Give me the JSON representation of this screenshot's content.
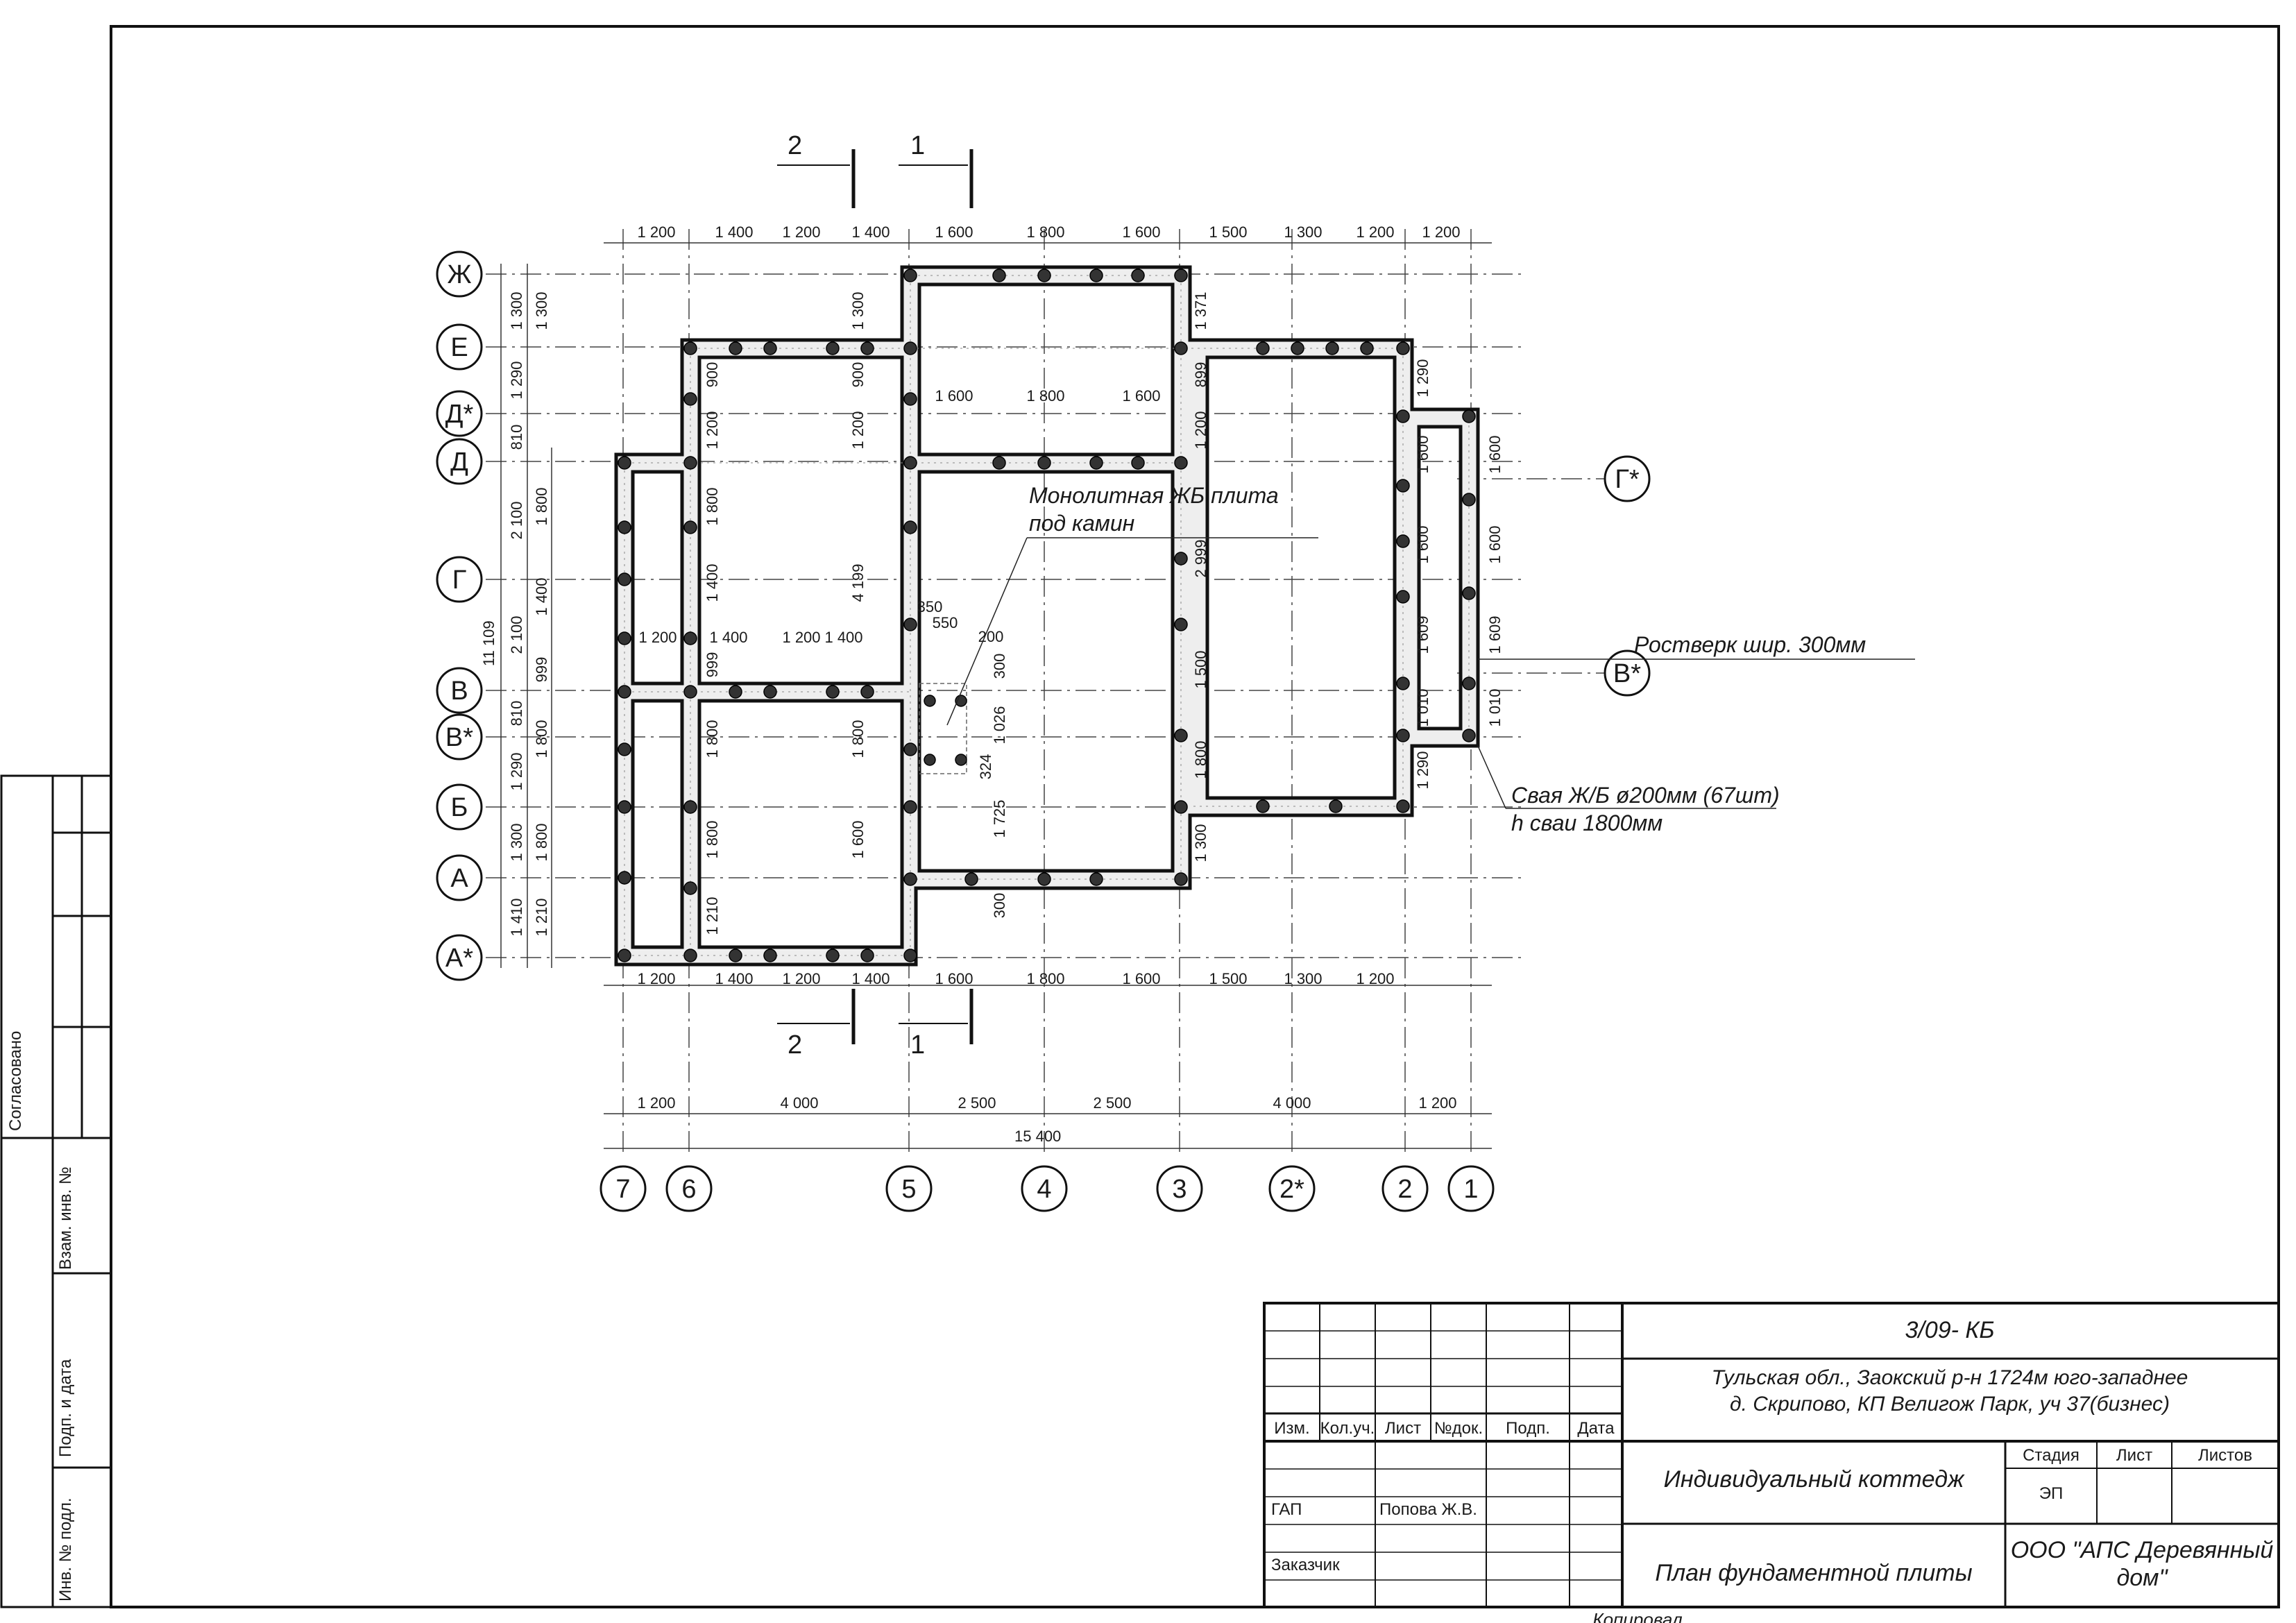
{
  "cut_marks": {
    "top_left": "2",
    "top_right": "1",
    "bottom_left": "2",
    "bottom_right": "1"
  },
  "axes_left": [
    "Ж",
    "Е",
    "Д*",
    "Д",
    "Г",
    "В",
    "В*",
    "Б",
    "А",
    "А*"
  ],
  "axes_right": [
    "Г*",
    "В*"
  ],
  "axes_bottom": [
    "7",
    "6",
    "5",
    "4",
    "3",
    "2*",
    "2",
    "1"
  ],
  "top_dims": [
    "1 200",
    "1 400",
    "1 200",
    "1 400",
    "1 600",
    "1 800",
    "1 600",
    "1 500",
    "1 300",
    "1 200",
    "1 200"
  ],
  "bottom_dims": [
    "1 200",
    "1 400",
    "1 200",
    "1 400",
    "1 600",
    "1 800",
    "1 600",
    "1 500",
    "1 300",
    "1 200"
  ],
  "overall_dims": [
    "1 200",
    "4 000",
    "2 500",
    "2 500",
    "4 000",
    "1 200"
  ],
  "total_width": "15 400",
  "left_dims_outer": [
    "1 300",
    "1 290",
    "810",
    "2 100",
    "2 100",
    "810",
    "1 290",
    "1 300",
    "1 410"
  ],
  "left_total": "11 109",
  "left_dims_inner": [
    "1 300",
    "1 800",
    "1 400",
    "999",
    "1 800",
    "1 800",
    "1 210"
  ],
  "inner_dims_v": [
    "900",
    "1 200",
    "1 800",
    "1 400",
    "999",
    "1 800",
    "1 800",
    "1 210"
  ],
  "mid_dims_v": [
    "1 300",
    "900",
    "1 200",
    "4 199",
    "1 800",
    "1 600"
  ],
  "right_dims_v": [
    "1 371",
    "899",
    "1 200",
    "2 999",
    "1 500",
    "1 800",
    "1 300"
  ],
  "far_right_dims_v": [
    "1 290",
    "1 600",
    "1 600",
    "1 609",
    "1 010",
    "1 290"
  ],
  "far_right_outer_v": [
    "1 600",
    "1 600",
    "1 609",
    "1 010"
  ],
  "inner_dims_h_top": [
    "1 600",
    "1 800",
    "1 600"
  ],
  "inner_dims_h_mid": [
    "1 200",
    "1 400",
    "1 200",
    "1 400"
  ],
  "fireplace_dims": [
    "350",
    "550",
    "200",
    "300",
    "1 026",
    "324",
    "1 725",
    "300"
  ],
  "notes": {
    "fireplace_slab_line1": "Монолитная ЖБ плита",
    "fireplace_slab_line2": "под камин",
    "grillage": "Ростверк шир. 300мм",
    "pile_line1": "Свая Ж/Б ø200мм (67шт)",
    "pile_line2": "h сваи 1800мм"
  },
  "side_stamp": {
    "agreed": "Согласовано",
    "replace_inv": "Взам. инв. №",
    "sign_date": "Подп. и дата",
    "inv_no": "Инв. № подл."
  },
  "title_block": {
    "code": "3/09- КБ",
    "address_line1": "Тульская обл., Заокский р-н 1724м юго-западнее",
    "address_line2": "д. Скрипово, КП Велигож Парк, уч 37(бизнес)",
    "col_headers": [
      "Изм.",
      "Кол.уч.",
      "Лист",
      "№док.",
      "Подп.",
      "Дата"
    ],
    "object_name": "Индивидуальный коттедж",
    "drawing_name": "План фундаментной плиты",
    "stage_header": "Стадия",
    "sheet_header": "Лист",
    "sheets_header": "Листов",
    "stage_value": "ЭП",
    "role_gap": "ГАП",
    "name_gap": "Попова Ж.В.",
    "role_customer": "Заказчик",
    "company_line1": "ООО \"АПС Деревянный",
    "company_line2": "дом\"",
    "copied": "Копировал"
  }
}
